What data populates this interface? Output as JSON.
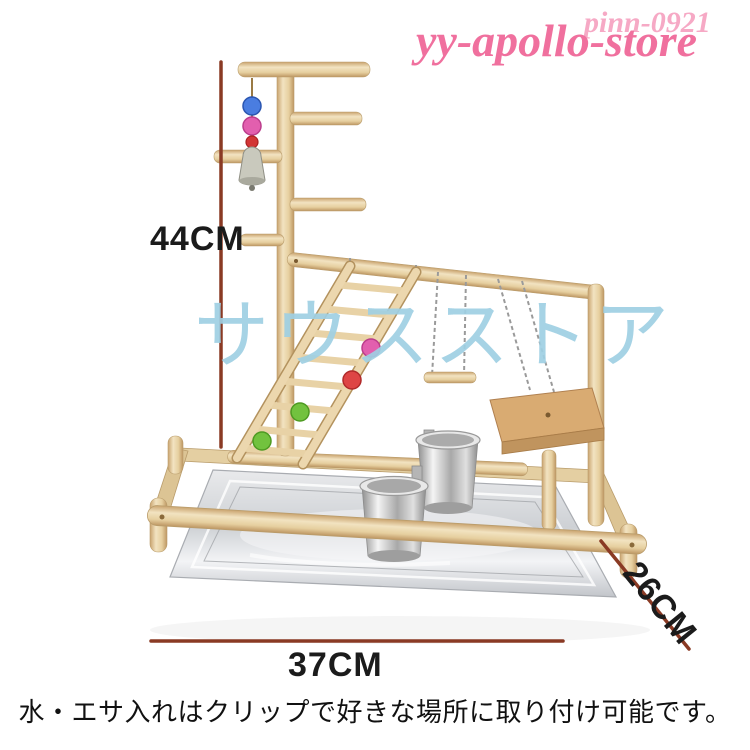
{
  "watermarks": {
    "store_handle": "pinn-0921",
    "store_name": "yy-apollo-store",
    "store_name_jp": "サウスストア"
  },
  "dimensions": {
    "height_label": "44CM",
    "width_label": "37CM",
    "depth_label": "26CM"
  },
  "caption": "水・エサ入れはクリップで好きな場所に取り付け可能です。",
  "colors": {
    "watermark_pink": "#f0709e",
    "watermark_pink_light": "#f6a9c5",
    "watermark_blue": "#9ecfe3",
    "dimension_line": "#8a3a24",
    "label_text": "#1b1b1b",
    "wood_light": "#f2e3c1",
    "wood_dark": "#c09a66",
    "platform_wood": "#d9ab72",
    "steel": "#c9c9c9",
    "bead_blue": "#4a7de0",
    "bead_pink": "#e25fae",
    "bead_red": "#de4545",
    "bead_green": "#72c23e",
    "bell_gray": "#c9c9bd"
  }
}
